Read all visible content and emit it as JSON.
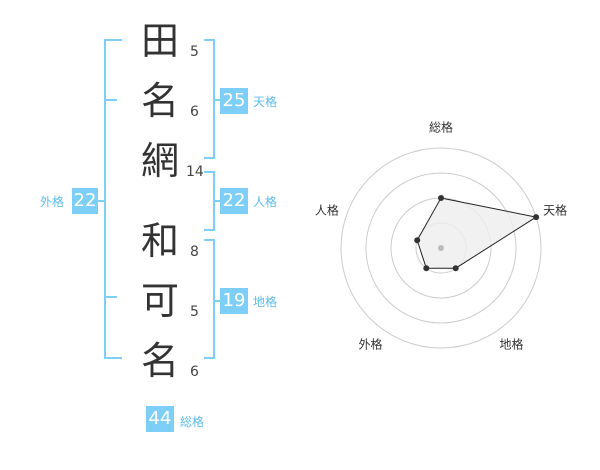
{
  "name": {
    "chars": [
      {
        "char": "田",
        "strokes": "5"
      },
      {
        "char": "名",
        "strokes": "6"
      },
      {
        "char": "網",
        "strokes": "14"
      },
      {
        "char": "和",
        "strokes": "8"
      },
      {
        "char": "可",
        "strokes": "5"
      },
      {
        "char": "名",
        "strokes": "6"
      }
    ]
  },
  "fortune": {
    "tenkaku": {
      "value": "25",
      "label": "天格"
    },
    "jinkaku": {
      "value": "22",
      "label": "人格"
    },
    "chikaku": {
      "value": "19",
      "label": "地格"
    },
    "gaikaku": {
      "value": "22",
      "label": "外格"
    },
    "soukaku": {
      "value": "44",
      "label": "総格"
    }
  },
  "colors": {
    "accent": "#7ecff7",
    "accent_text": "#5cbcf0",
    "bracket": "#7ecff7",
    "text": "#333333"
  },
  "chart_data": {
    "type": "radar",
    "axes": [
      "総格",
      "天格",
      "地格",
      "外格",
      "人格"
    ],
    "series": [
      {
        "values": [
          2,
          4,
          1,
          1,
          1
        ]
      }
    ],
    "rlim": [
      0,
      4
    ],
    "rings": 4
  }
}
